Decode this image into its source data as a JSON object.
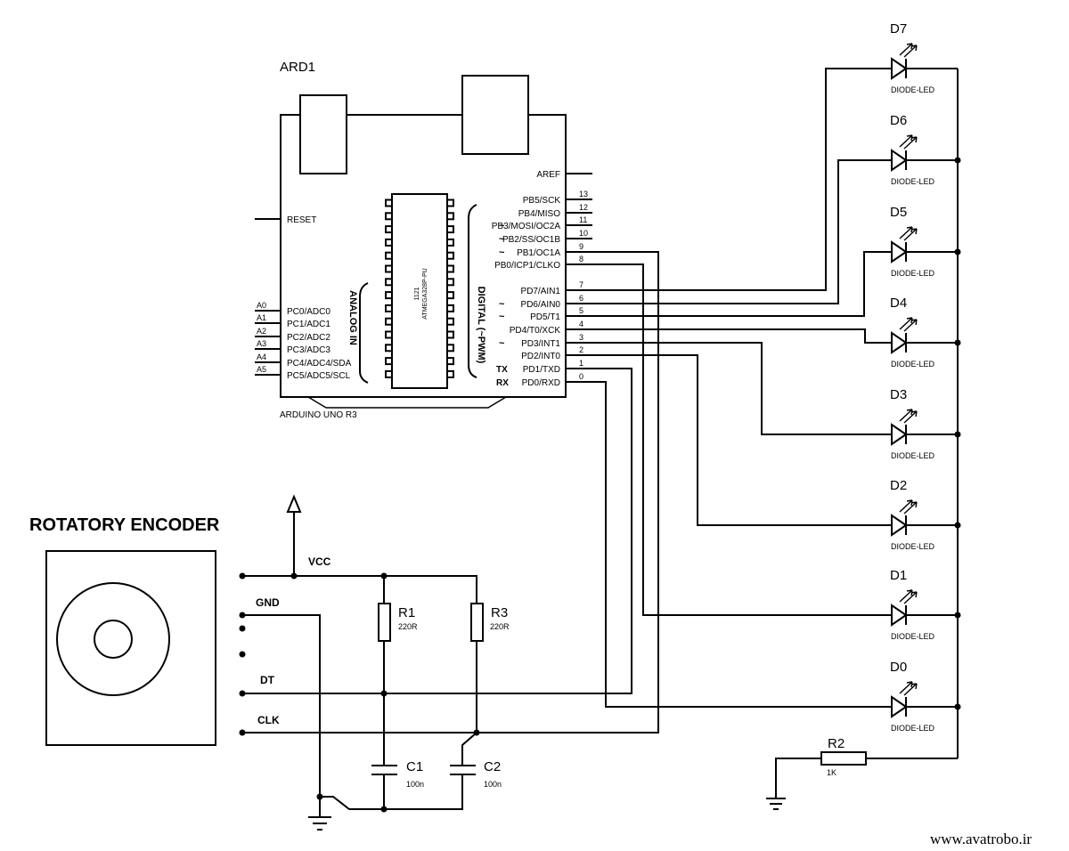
{
  "arduino": {
    "ref": "ARD1",
    "model": "ARDUINO UNO R3",
    "chip_name": "ATMEGA328P-PU",
    "chip_code": "1121",
    "analog_group": "ANALOG IN",
    "digital_group": "DIGITAL (~PWM)",
    "left_pins": [
      {
        "label": "RESET",
        "num": ""
      },
      {
        "label": "PC0/ADC0",
        "num": "A0"
      },
      {
        "label": "PC1/ADC1",
        "num": "A1"
      },
      {
        "label": "PC2/ADC2",
        "num": "A2"
      },
      {
        "label": "PC3/ADC3",
        "num": "A3"
      },
      {
        "label": "PC4/ADC4/SDA",
        "num": "A4"
      },
      {
        "label": "PC5/ADC5/SCL",
        "num": "A5"
      }
    ],
    "right_pins": [
      {
        "label": "AREF",
        "num": "",
        "pwm": ""
      },
      {
        "label": "PB5/SCK",
        "num": "13",
        "pwm": ""
      },
      {
        "label": "PB4/MISO",
        "num": "12",
        "pwm": ""
      },
      {
        "label": "PB3/MOSI/OC2A",
        "num": "11",
        "pwm": "~"
      },
      {
        "label": "PB2/SS/OC1B",
        "num": "10",
        "pwm": "~"
      },
      {
        "label": "PB1/OC1A",
        "num": "9",
        "pwm": "~"
      },
      {
        "label": "PB0/ICP1/CLKO",
        "num": "8",
        "pwm": ""
      },
      {
        "label": "PD7/AIN1",
        "num": "7",
        "pwm": ""
      },
      {
        "label": "PD6/AIN0",
        "num": "6",
        "pwm": "~"
      },
      {
        "label": "PD5/T1",
        "num": "5",
        "pwm": "~"
      },
      {
        "label": "PD4/T0/XCK",
        "num": "4",
        "pwm": ""
      },
      {
        "label": "PD3/INT1",
        "num": "3",
        "pwm": "~"
      },
      {
        "label": "PD2/INT0",
        "num": "2",
        "pwm": ""
      },
      {
        "label": "PD1/TXD",
        "num": "1",
        "pwm": "",
        "tag": "TX"
      },
      {
        "label": "PD0/RXD",
        "num": "0",
        "pwm": "",
        "tag": "RX"
      }
    ]
  },
  "leds": [
    {
      "ref": "D7",
      "type": "DIODE-LED"
    },
    {
      "ref": "D6",
      "type": "DIODE-LED"
    },
    {
      "ref": "D5",
      "type": "DIODE-LED"
    },
    {
      "ref": "D4",
      "type": "DIODE-LED"
    },
    {
      "ref": "D3",
      "type": "DIODE-LED"
    },
    {
      "ref": "D2",
      "type": "DIODE-LED"
    },
    {
      "ref": "D1",
      "type": "DIODE-LED"
    },
    {
      "ref": "D0",
      "type": "DIODE-LED"
    }
  ],
  "encoder": {
    "title": "ROTATORY ENCODER",
    "pins": [
      "VCC",
      "GND",
      "DT",
      "CLK"
    ]
  },
  "passives": {
    "r1": {
      "ref": "R1",
      "value": "220R"
    },
    "r3": {
      "ref": "R3",
      "value": "220R"
    },
    "r2": {
      "ref": "R2",
      "value": "1K"
    },
    "c1": {
      "ref": "C1",
      "value": "100n"
    },
    "c2": {
      "ref": "C2",
      "value": "100n"
    }
  },
  "watermark": "www.avatrobo.ir"
}
